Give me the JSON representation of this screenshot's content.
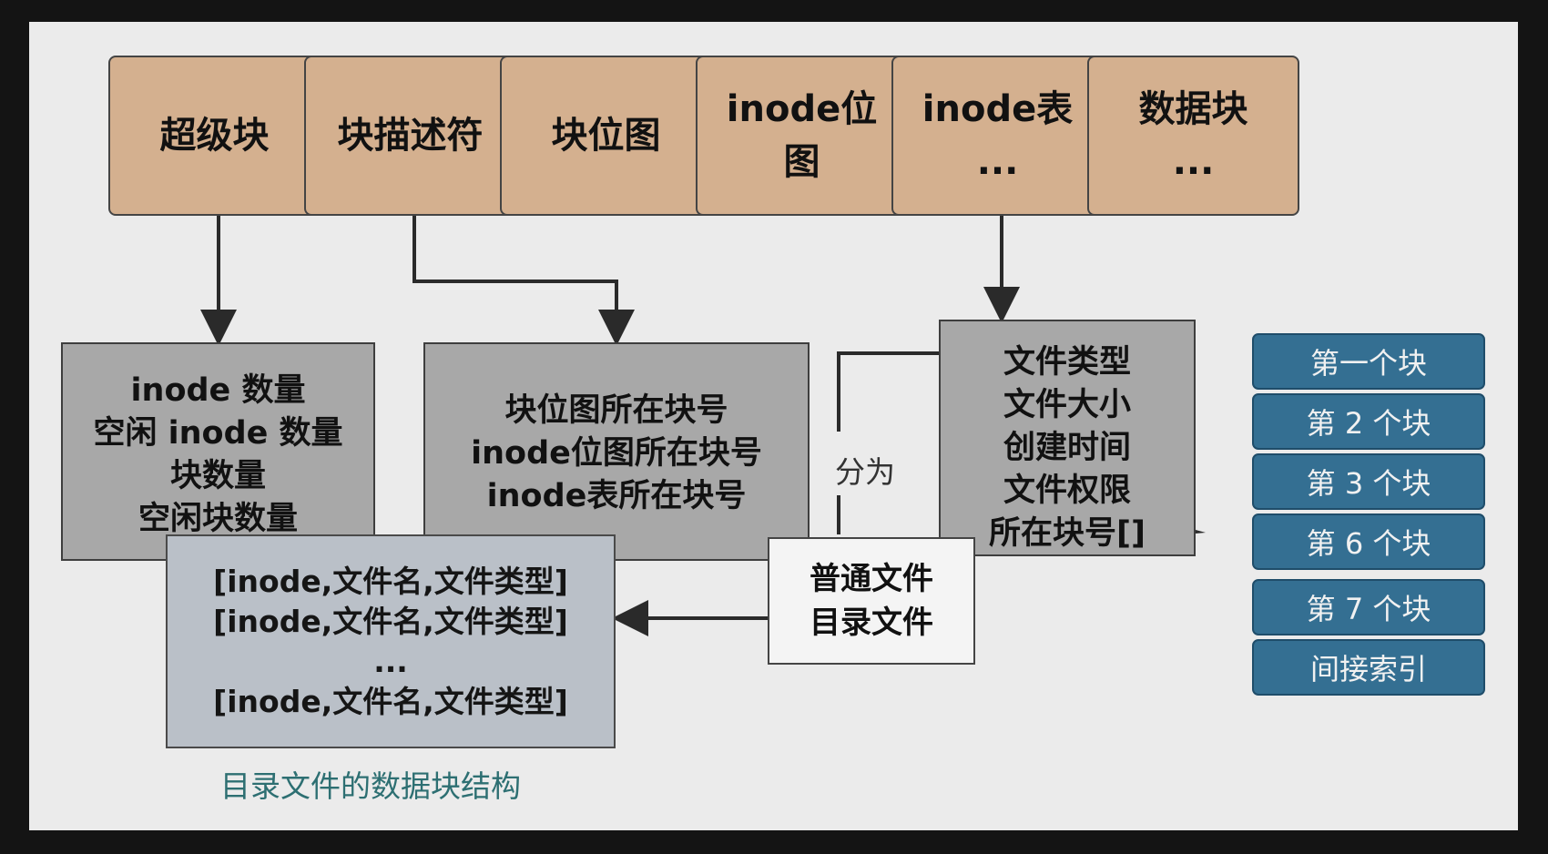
{
  "top_blocks": [
    {
      "lines": [
        "超级块"
      ]
    },
    {
      "lines": [
        "块描述符"
      ]
    },
    {
      "lines": [
        "块位图"
      ]
    },
    {
      "lines": [
        "inode位",
        "图"
      ]
    },
    {
      "lines": [
        "inode表",
        "..."
      ]
    },
    {
      "lines": [
        "数据块",
        "..."
      ]
    }
  ],
  "superblock_detail": [
    "inode 数量",
    "空闲 inode 数量",
    "块数量",
    "空闲块数量"
  ],
  "descriptor_detail": [
    "块位图所在块号",
    "inode位图所在块号",
    "inode表所在块号"
  ],
  "inode_detail": [
    "文件类型",
    "文件大小",
    "创建时间",
    "文件权限",
    "所在块号[]"
  ],
  "split_label": "分为",
  "file_types": [
    "普通文件",
    "目录文件"
  ],
  "dir_entries": [
    "[inode,文件名,文件类型]",
    "[inode,文件名,文件类型]",
    "...",
    "[inode,文件名,文件类型]"
  ],
  "caption": "目录文件的数据块结构",
  "block_list": [
    "第一个块",
    "第 2 个块",
    "第 3 个块",
    "第 6 个块",
    "第 7 个块",
    "间接索引"
  ],
  "colors": {
    "top_block": "#d4b08f",
    "detail_box": "#a8a8a8",
    "dir_box": "#bac0c8",
    "block_list": "#346f92",
    "caption": "#2d6f72"
  }
}
